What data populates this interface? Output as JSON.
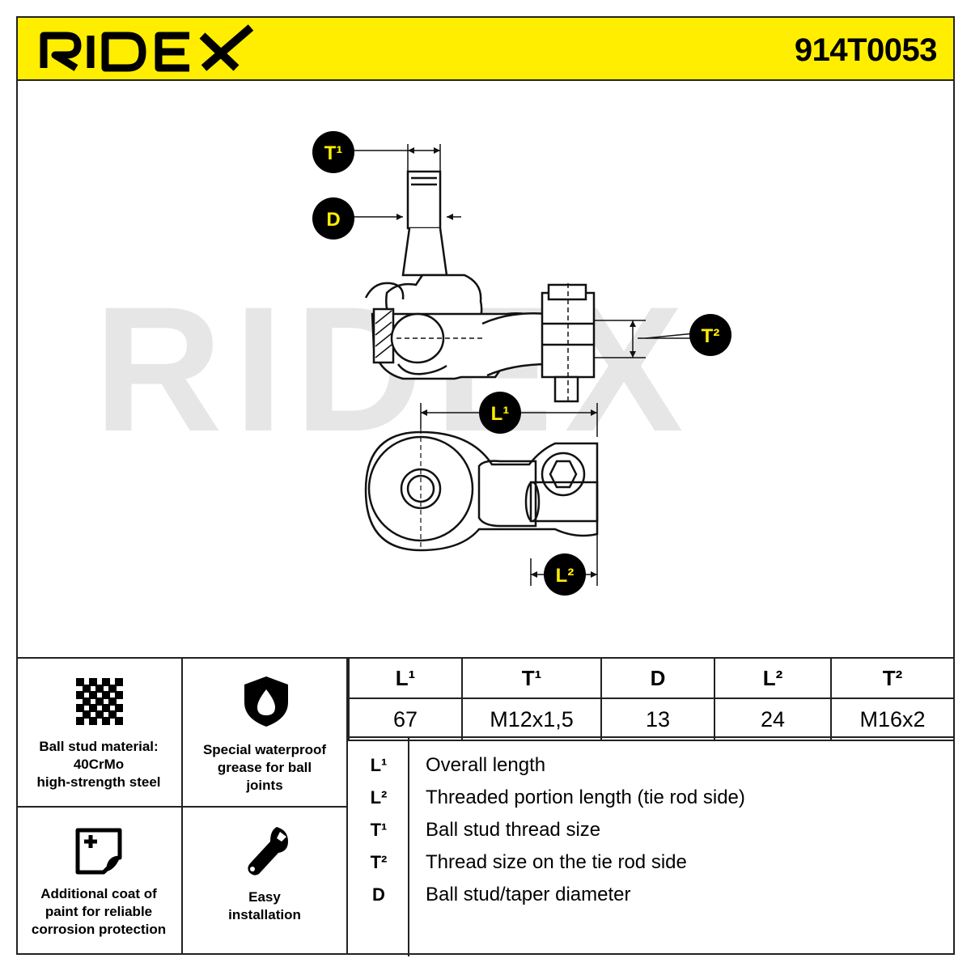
{
  "header": {
    "brand": "RIDEX",
    "part_number": "914T0053"
  },
  "colors": {
    "accent_yellow": "#ffee00",
    "watermark_gray": "#e6e6e6",
    "line": "#222222"
  },
  "drawing": {
    "watermark": "RIDEX",
    "labels": {
      "t1": "T¹",
      "d": "D",
      "t2": "T²",
      "l1": "L¹",
      "l2": "L²"
    }
  },
  "features": [
    {
      "icon": "grid-pattern-icon",
      "text": "Ball stud material:\n40CrMo\nhigh-strength steel"
    },
    {
      "icon": "waterproof-shield-icon",
      "text": "Special waterproof\ngrease for ball\njoints"
    },
    {
      "icon": "paint-coat-icon",
      "text": "Additional coat of\npaint for reliable\ncorrosion protection"
    },
    {
      "icon": "wrench-icon",
      "text": "Easy\ninstallation"
    }
  ],
  "spec_table": {
    "headers": [
      "L¹",
      "T¹",
      "D",
      "L²",
      "T²"
    ],
    "values": [
      "67",
      "M12x1,5",
      "13",
      "24",
      "M16x2"
    ]
  },
  "legend": [
    {
      "sym": "L¹",
      "desc": "Overall length"
    },
    {
      "sym": "L²",
      "desc": "Threaded portion length (tie rod side)"
    },
    {
      "sym": "T¹",
      "desc": "Ball stud thread size"
    },
    {
      "sym": "T²",
      "desc": "Thread size on the tie rod side"
    },
    {
      "sym": "D",
      "desc": "Ball stud/taper diameter"
    }
  ]
}
